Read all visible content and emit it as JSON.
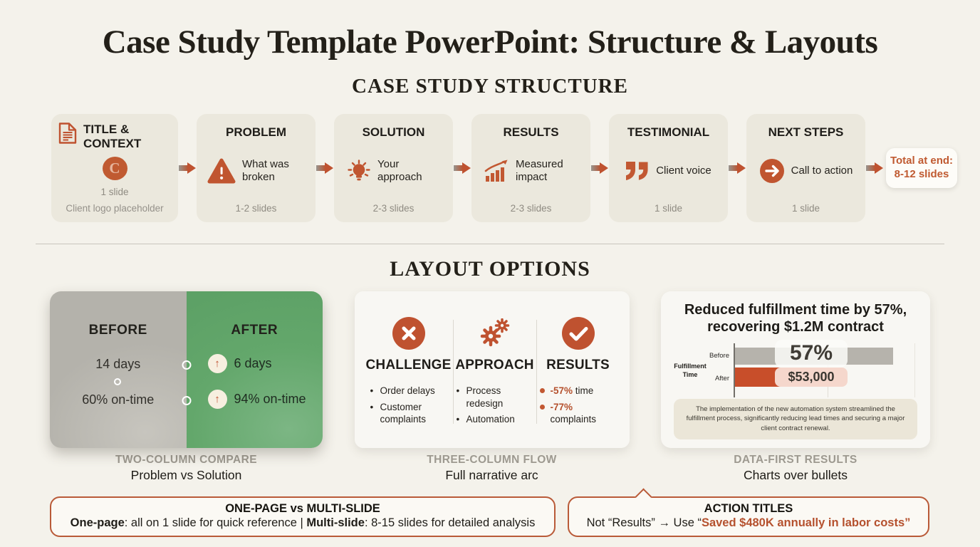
{
  "page": {
    "title": "Case Study Template PowerPoint: Structure & Layouts",
    "section_structure_title": "CASE STUDY STRUCTURE",
    "section_layouts_title": "LAYOUT OPTIONS"
  },
  "structure_flow": {
    "cards": [
      {
        "title": "TITLE & CONTEXT",
        "logo_letter": "C",
        "slides": "1 slide",
        "note": "Client logo placeholder"
      },
      {
        "title": "PROBLEM",
        "desc": "What was broken",
        "slides": "1-2 slides"
      },
      {
        "title": "SOLUTION",
        "desc": "Your approach",
        "slides": "2-3 slides"
      },
      {
        "title": "RESULTS",
        "desc": "Measured impact",
        "slides": "2-3 slides"
      },
      {
        "title": "TESTIMONIAL",
        "desc": "Client voice",
        "slides": "1 slide"
      },
      {
        "title": "NEXT STEPS",
        "desc": "Call to action",
        "slides": "1 slide"
      }
    ],
    "total_badge": {
      "line1": "Total at end:",
      "line2": "8-12 slides"
    }
  },
  "layout_options": {
    "two_column": {
      "before_header": "BEFORE",
      "after_header": "AFTER",
      "rows": [
        {
          "before": "14 days",
          "after": "6 days",
          "arrow": "↑"
        },
        {
          "before": "60% on-time",
          "after": "94% on-time",
          "arrow": "↑"
        }
      ],
      "caption": "TWO-COLUMN COMPARE",
      "subcaption": "Problem vs Solution"
    },
    "three_column": {
      "columns": [
        {
          "title": "CHALLENGE",
          "bullets": [
            "Order delays",
            "Customer complaints"
          ]
        },
        {
          "title": "APPROACH",
          "bullets": [
            "Process redesign",
            "Automation"
          ]
        },
        {
          "title": "RESULTS",
          "stat_bullets": [
            {
              "value": "-57%",
              "text": " time"
            },
            {
              "value": "-77%",
              "text": " complaints"
            }
          ]
        }
      ],
      "caption": "THREE-COLUMN FLOW",
      "subcaption": "Full narrative arc"
    },
    "data_first": {
      "headline_line1": "Reduced fulfillment time by 57%,",
      "headline_line2": "recovering $1.2M contract",
      "chart": {
        "axis_label_line1": "Fulfillment",
        "axis_label_line2": "Time",
        "bar_labels": [
          "Before",
          "After"
        ],
        "big_stat": "57%",
        "money_stat": "$53,000"
      },
      "note": "The implementation of the new automation system streamlined the fulfillment process, significantly reducing lead times and securing a major client contract renewal.",
      "caption": "DATA-FIRST RESULTS",
      "subcaption": "Charts over bullets"
    }
  },
  "callouts": {
    "one_page": {
      "title_part1": "ONE-PAGE",
      "title_vs": " vs ",
      "title_part2": "MULTI-SLIDE",
      "bold1": "One-page",
      "text1": ": all on 1 slide for quick reference | ",
      "bold2": "Multi-slide",
      "text2": ": 8-15 slides for detailed analysis"
    },
    "action_titles": {
      "title": "ACTION TITLES",
      "text1": "Not “Results” → Use “",
      "highlight": "Saved $480K annually in labor costs",
      "text2": "”"
    }
  },
  "colors": {
    "accent_orange": "#BF5230",
    "green_after": "#5FA668",
    "gray_before": "#B4B2AB",
    "page_background": "#F4F2EB"
  },
  "chart_data": {
    "type": "bar",
    "orientation": "horizontal",
    "title": "Fulfillment Time",
    "categories": [
      "Before",
      "After"
    ],
    "values_relative": [
      100,
      69
    ],
    "annotations": [
      "57%",
      "$53,000"
    ],
    "legend": "off",
    "grid": "minimal"
  }
}
